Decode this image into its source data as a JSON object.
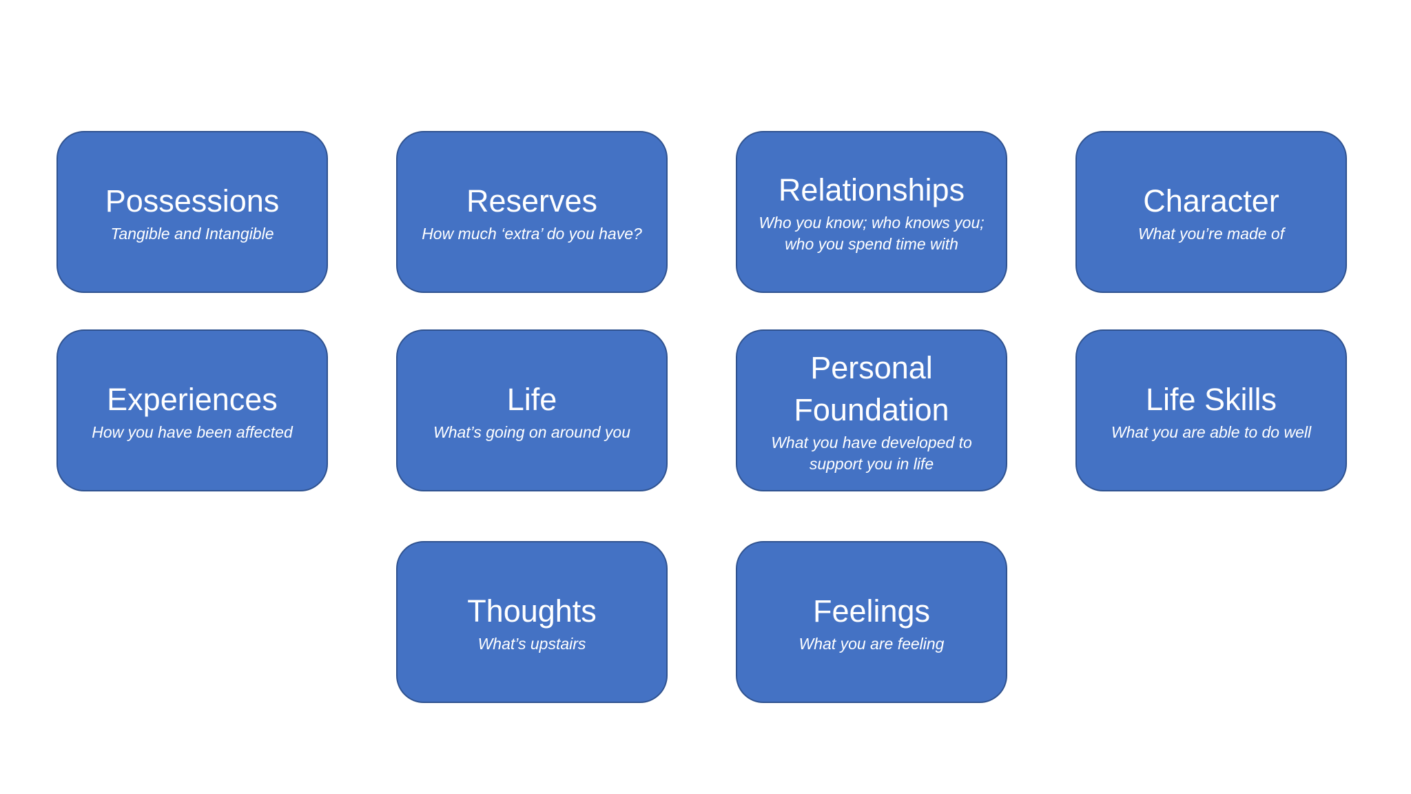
{
  "cards": [
    {
      "title": "Possessions",
      "subtitle": "Tangible and Intangible"
    },
    {
      "title": "Reserves",
      "subtitle": "How much ‘extra’ do you have?"
    },
    {
      "title": "Relationships",
      "subtitle": "Who you know; who knows you;\nwho you spend time with"
    },
    {
      "title": "Character",
      "subtitle": "What you’re made of"
    },
    {
      "title": "Experiences",
      "subtitle": "How you have been affected"
    },
    {
      "title": "Life",
      "subtitle": "What’s going on around you"
    },
    {
      "title": "Personal\nFoundation",
      "subtitle": "What you have developed to\nsupport you in life"
    },
    {
      "title": "Life Skills",
      "subtitle": "What you are able to do well"
    },
    {
      "title": "Thoughts",
      "subtitle": "What’s upstairs"
    },
    {
      "title": "Feelings",
      "subtitle": "What you are feeling"
    }
  ],
  "colors": {
    "card_fill": "#4472c4",
    "card_border": "#2f528f",
    "text": "#ffffff",
    "background": "#ffffff"
  }
}
